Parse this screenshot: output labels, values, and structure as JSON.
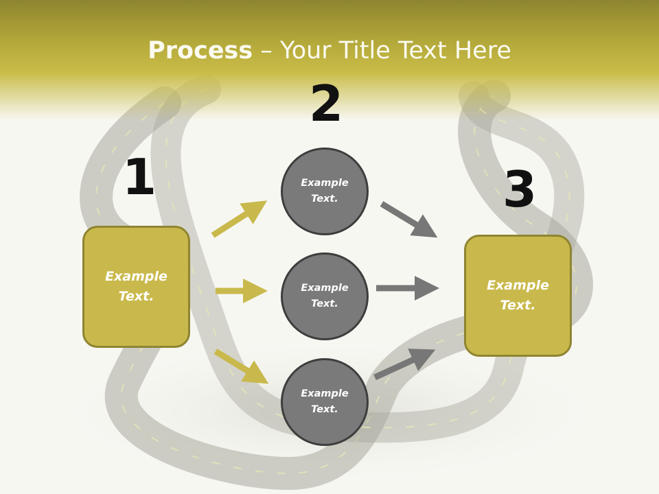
{
  "title": {
    "bold": "Process",
    "rest": " – Your Title Text Here"
  },
  "steps": [
    {
      "number": "1",
      "line1": "Example",
      "line2": "Text."
    },
    {
      "number": "2"
    },
    {
      "number": "3",
      "line1": "Example",
      "line2": "Text."
    }
  ],
  "circles": [
    {
      "line1": "Example",
      "line2": "Text."
    },
    {
      "line1": "Example",
      "line2": "Text."
    },
    {
      "line1": "Example",
      "line2": "Text."
    }
  ],
  "colors": {
    "accent": "#c9b94c",
    "accent_dark": "#8f8431",
    "circle": "#7a7a7a",
    "arrow_gray": "#777777",
    "header": "#8e8530"
  }
}
